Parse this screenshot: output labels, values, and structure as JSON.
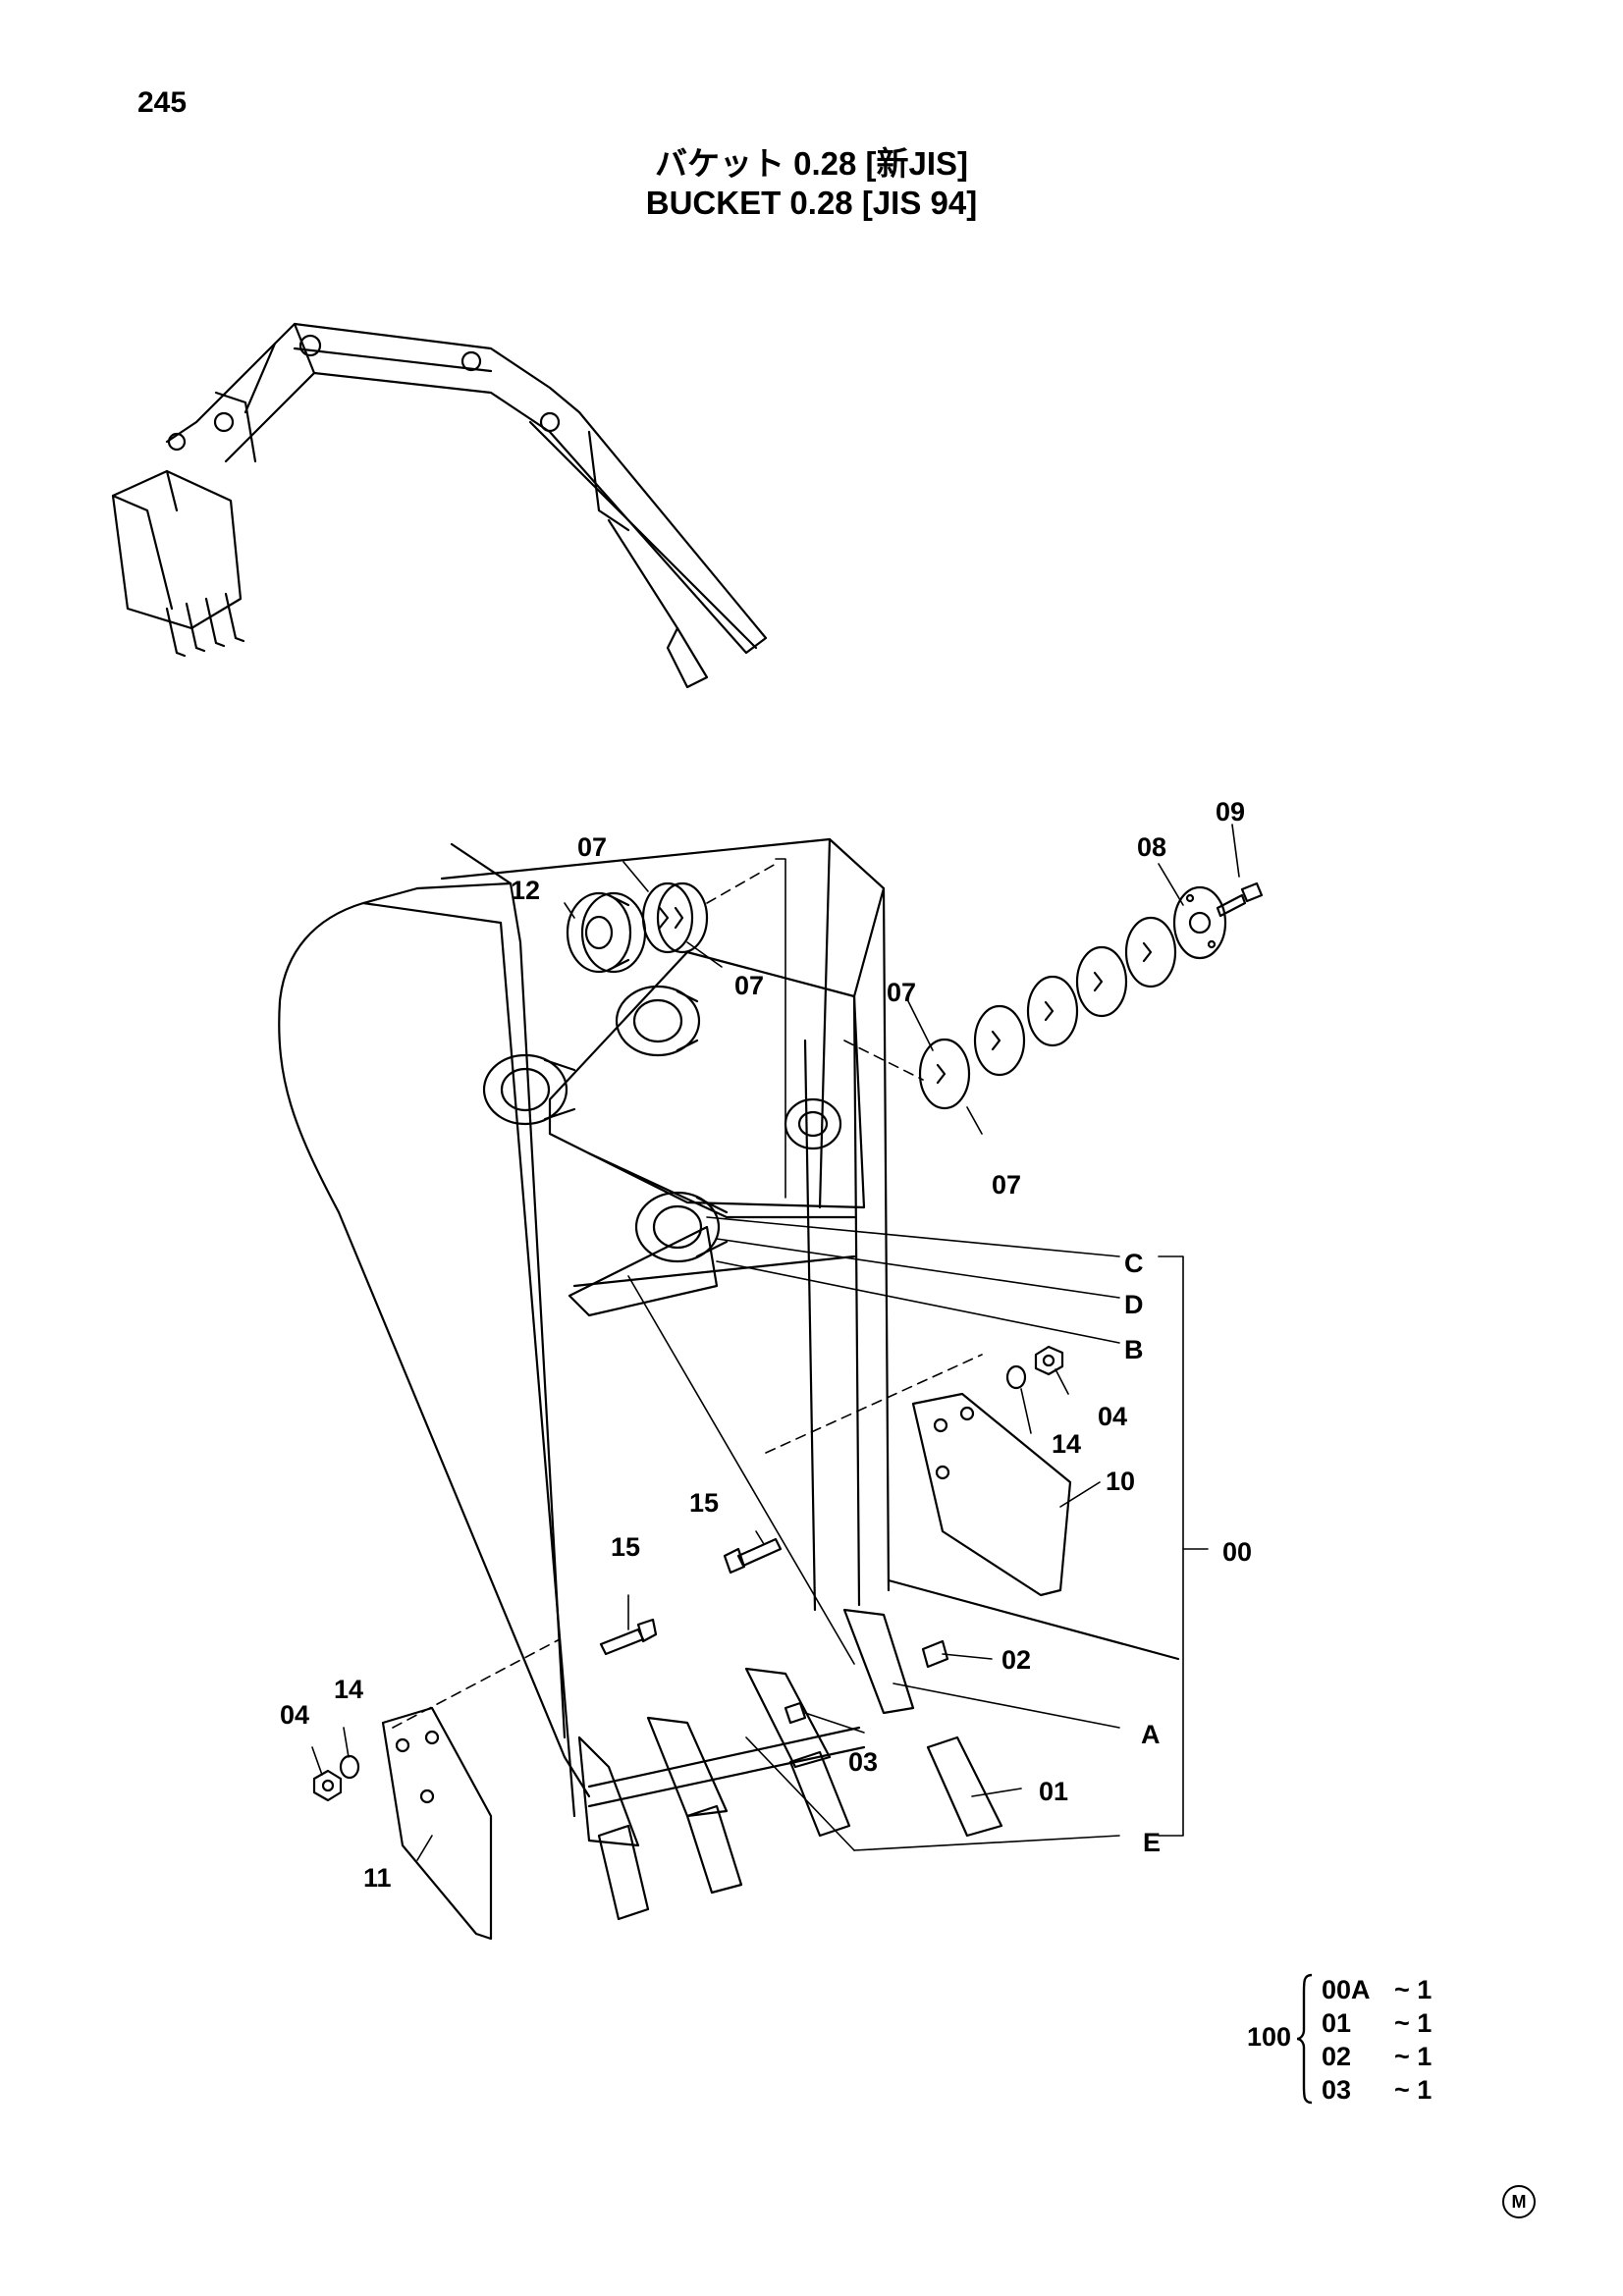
{
  "page_number": "245",
  "title_jp": "バケット 0.28 [新JIS]",
  "title_en": "BUCKET 0.28 [JIS 94]",
  "callouts": {
    "p09": "09",
    "p08": "08",
    "p07a": "07",
    "p07b": "07",
    "p07c": "07",
    "p07d": "07",
    "p12": "12",
    "pC": "C",
    "pD": "D",
    "pB": "B",
    "p04a": "04",
    "p14a": "14",
    "p10": "10",
    "p15a": "15",
    "p15b": "15",
    "p00": "00",
    "p02": "02",
    "pA": "A",
    "p03": "03",
    "p04b": "04",
    "p14b": "14",
    "p01": "01",
    "pE": "E",
    "p11": "11"
  },
  "kit": {
    "number": "100",
    "rows": [
      {
        "code": "00A",
        "qty": "~ 1"
      },
      {
        "code": "01",
        "qty": "~ 1"
      },
      {
        "code": "02",
        "qty": "~ 1"
      },
      {
        "code": "03",
        "qty": "~ 1"
      }
    ]
  },
  "mark": "M"
}
